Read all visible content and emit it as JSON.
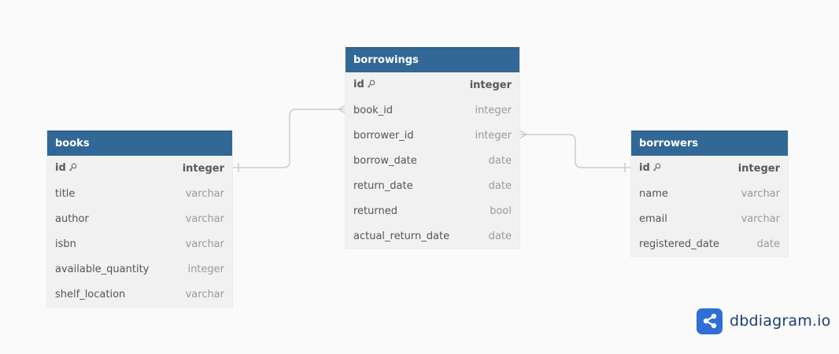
{
  "tables": {
    "books": {
      "name": "books",
      "fields": [
        {
          "name": "id",
          "type": "integer",
          "pk": true
        },
        {
          "name": "title",
          "type": "varchar"
        },
        {
          "name": "author",
          "type": "varchar"
        },
        {
          "name": "isbn",
          "type": "varchar"
        },
        {
          "name": "available_quantity",
          "type": "integer"
        },
        {
          "name": "shelf_location",
          "type": "varchar"
        }
      ]
    },
    "borrowings": {
      "name": "borrowings",
      "fields": [
        {
          "name": "id",
          "type": "integer",
          "pk": true
        },
        {
          "name": "book_id",
          "type": "integer"
        },
        {
          "name": "borrower_id",
          "type": "integer"
        },
        {
          "name": "borrow_date",
          "type": "date"
        },
        {
          "name": "return_date",
          "type": "date"
        },
        {
          "name": "returned",
          "type": "bool"
        },
        {
          "name": "actual_return_date",
          "type": "date"
        }
      ]
    },
    "borrowers": {
      "name": "borrowers",
      "fields": [
        {
          "name": "id",
          "type": "integer",
          "pk": true
        },
        {
          "name": "name",
          "type": "varchar"
        },
        {
          "name": "email",
          "type": "varchar"
        },
        {
          "name": "registered_date",
          "type": "date"
        }
      ]
    }
  },
  "relations": [
    {
      "from": "books.id",
      "to": "borrowings.book_id",
      "from_end": "one",
      "to_end": "many"
    },
    {
      "from": "borrowers.id",
      "to": "borrowings.borrower_id",
      "from_end": "one",
      "to_end": "many"
    }
  ],
  "brand": {
    "label": "dbdiagram.io",
    "logo_icon": "share-nodes-icon",
    "logo_color": "#2d6fd6"
  },
  "colors": {
    "header": "#316896",
    "body": "#f1f1f1",
    "connector": "#cccccc"
  }
}
